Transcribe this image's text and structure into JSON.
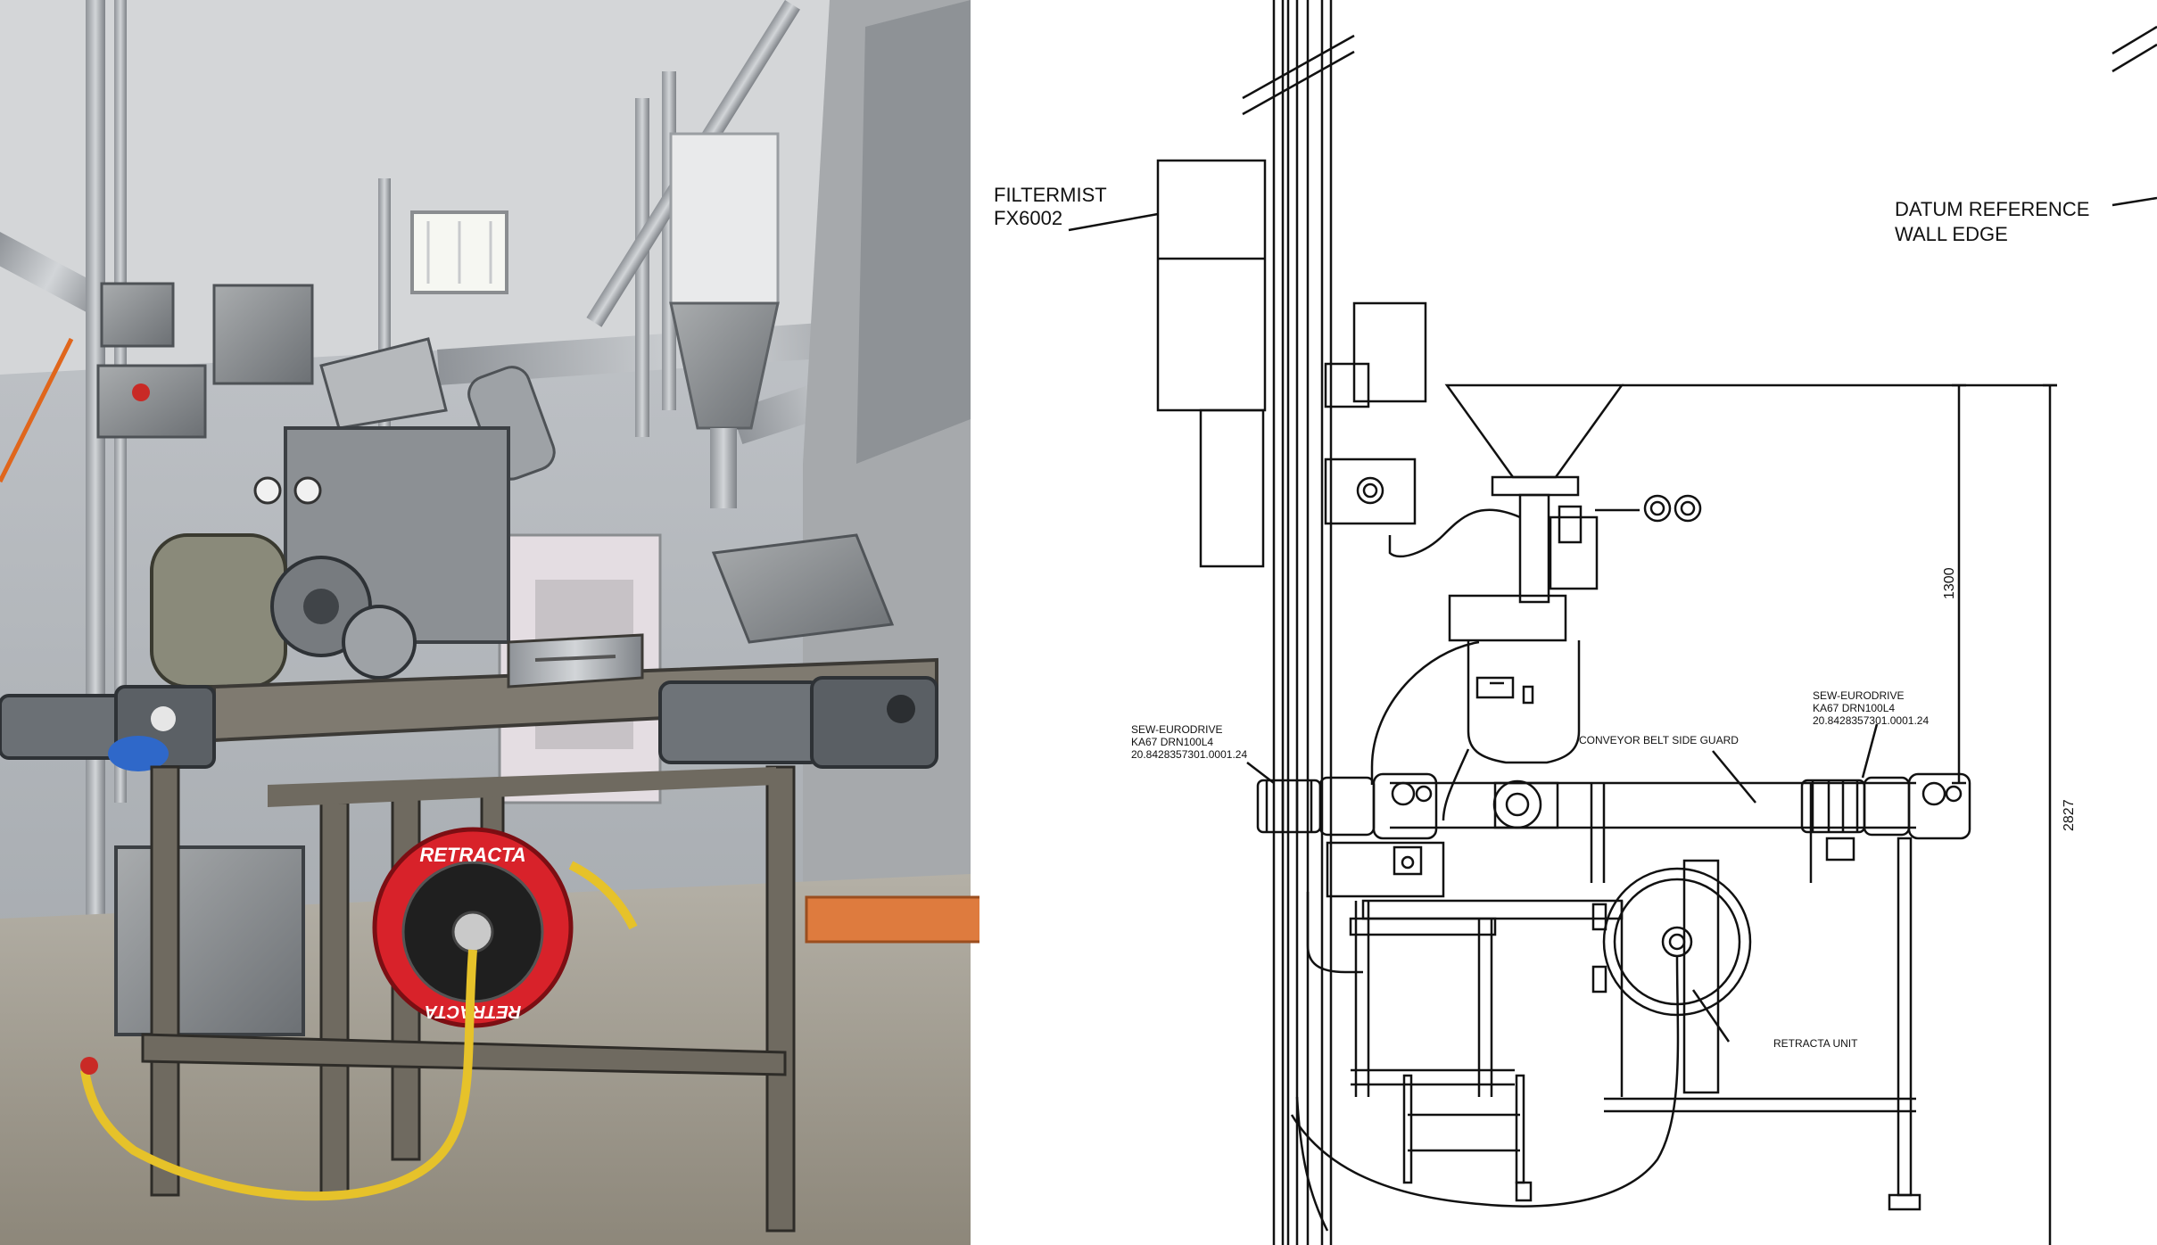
{
  "photo": {
    "reel_brand_top": "RETRACTA",
    "reel_brand_bottom": "RETRACTA"
  },
  "drawing": {
    "filtermist_line1": "FILTERMIST",
    "filtermist_line2": "FX6002",
    "datum_line1": "DATUM REFERENCE",
    "datum_line2": "WALL EDGE",
    "left_drive_line1": "SEW-EURODRIVE",
    "left_drive_line2": "KA67 DRN100L4",
    "left_drive_line3": "20.8428357301.0001.24",
    "right_drive_line1": "SEW-EURODRIVE",
    "right_drive_line2": "KA67 DRN100L4",
    "right_drive_line3": "20.8428357301.0001.24",
    "conveyor_label": "CONVEYOR BELT SIDE GUARD",
    "retracta_label": "RETRACTA UNIT",
    "dim_inner": "1300",
    "dim_outer": "2827"
  },
  "colors": {
    "arrow_fill": "#DE7B3E",
    "arrow_stroke": "#9B4E1F",
    "reel_red": "#D8222A",
    "hose_yellow": "#E6C22A",
    "line": "#111111"
  }
}
